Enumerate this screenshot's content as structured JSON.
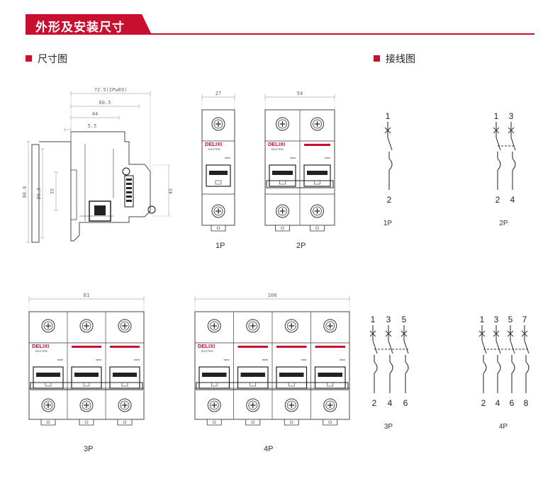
{
  "header": {
    "title": "外形及安装尺寸",
    "accent_color": "#c8102e"
  },
  "sections": {
    "dimensions": "尺寸图",
    "wiring": "接线图"
  },
  "side_view": {
    "dims_top": [
      "72.5(IP≥69)",
      "60.5",
      "44",
      "5.5"
    ],
    "dims_left": [
      "90.6",
      "80.6",
      "35"
    ],
    "dims_right": [
      "45"
    ]
  },
  "breakers": {
    "widths": {
      "p1": "27",
      "p2": "54",
      "p3": "81",
      "p4": "108"
    },
    "brand": "DELIXI",
    "sub": "ELECTRIC",
    "labels": {
      "p1": "1P",
      "p2": "2P",
      "p3": "3P",
      "p4": "4P"
    }
  },
  "wiring": {
    "p1": {
      "top": [
        "1"
      ],
      "bottom": [
        "2"
      ],
      "label": "1P"
    },
    "p2": {
      "top": [
        "1",
        "3"
      ],
      "bottom": [
        "2",
        "4"
      ],
      "label": "2P"
    },
    "p3": {
      "top": [
        "1",
        "3",
        "5"
      ],
      "bottom": [
        "2",
        "4",
        "6"
      ],
      "label": "3P"
    },
    "p4": {
      "top": [
        "1",
        "3",
        "5",
        "7"
      ],
      "bottom": [
        "2",
        "4",
        "6",
        "8"
      ],
      "label": "4P"
    }
  }
}
